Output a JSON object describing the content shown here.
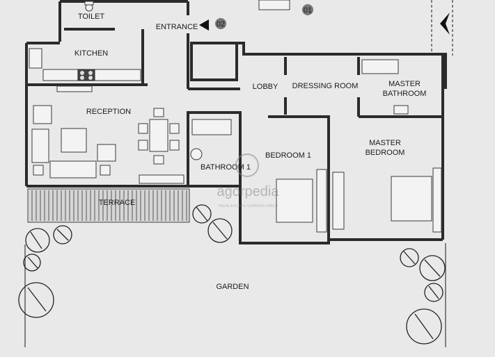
{
  "rooms": {
    "toilet": "TOILET",
    "entrance": "ENTRANCE",
    "kitchen": "KITCHEN",
    "lobby": "LOBBY",
    "dressing_room": "DRESSING ROOM",
    "master_bathroom_line1": "MASTER",
    "master_bathroom_line2": "BATHROOM",
    "reception": "RECEPTION",
    "master_bedroom_line1": "MASTER",
    "master_bedroom_line2": "BEDROOM",
    "bedroom_1": "BEDROOM 1",
    "bathroom_1": "BATHROOM 1",
    "terrace": "TERRACE",
    "garden": "GARDEN"
  },
  "markers": {
    "entrance_number": "02",
    "top_number": "01"
  },
  "watermark": {
    "brand": "agorpedia",
    "tagline": "REAL ESTATE CONSULTANCY"
  },
  "colors": {
    "background": "#e9e9e9",
    "walls": "#2b2b2b",
    "terrace_hatch": "#555555"
  },
  "icons": {
    "entry_arrow": "triangle-pointer-icon",
    "north_arrow": "chevron-left-icon"
  }
}
